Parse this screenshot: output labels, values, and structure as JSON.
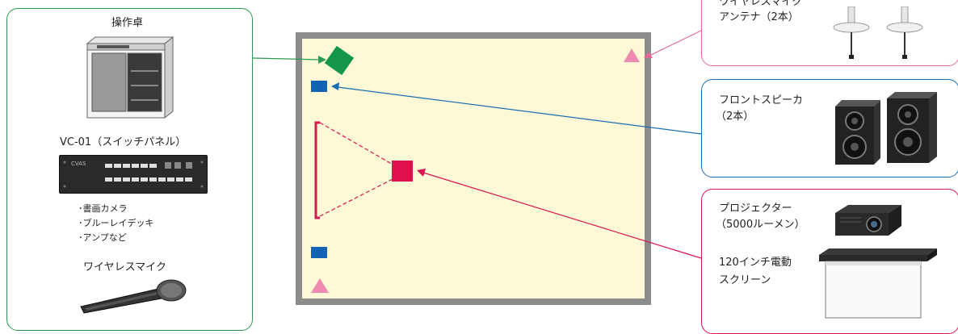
{
  "colors": {
    "green": "#2a9a50",
    "blue": "#1a6fb5",
    "pink_arrow": "#e06a95",
    "red": "#d8164f",
    "room_fill": "#fdf9d6",
    "room_border": "#8c8c8c",
    "mic_marker": "#ee8ab0",
    "blue_marker": "#1463b3",
    "green_marker": "#1a9a46"
  },
  "left_panel": {
    "console_title": "操作卓",
    "switch_title": "VC-01（スイッチパネル）",
    "switch_logo": "CVAS",
    "connected_devices": [
      "･書画カメラ",
      "･ブルーレイデッキ",
      "･アンプなど"
    ],
    "mic_title": "ワイヤレスマイク"
  },
  "antenna_panel": {
    "title_line1": "ワイヤレスマイク",
    "title_line2": "アンテナ（2本）"
  },
  "speaker_panel": {
    "title_line1": "フロントスピーカ",
    "title_line2": "（2本）"
  },
  "projector_panel": {
    "projector_line1": "プロジェクター",
    "projector_line2": "（5000ルーメン）",
    "screen_line1": "120インチ電動",
    "screen_line2": "スクリーン"
  }
}
